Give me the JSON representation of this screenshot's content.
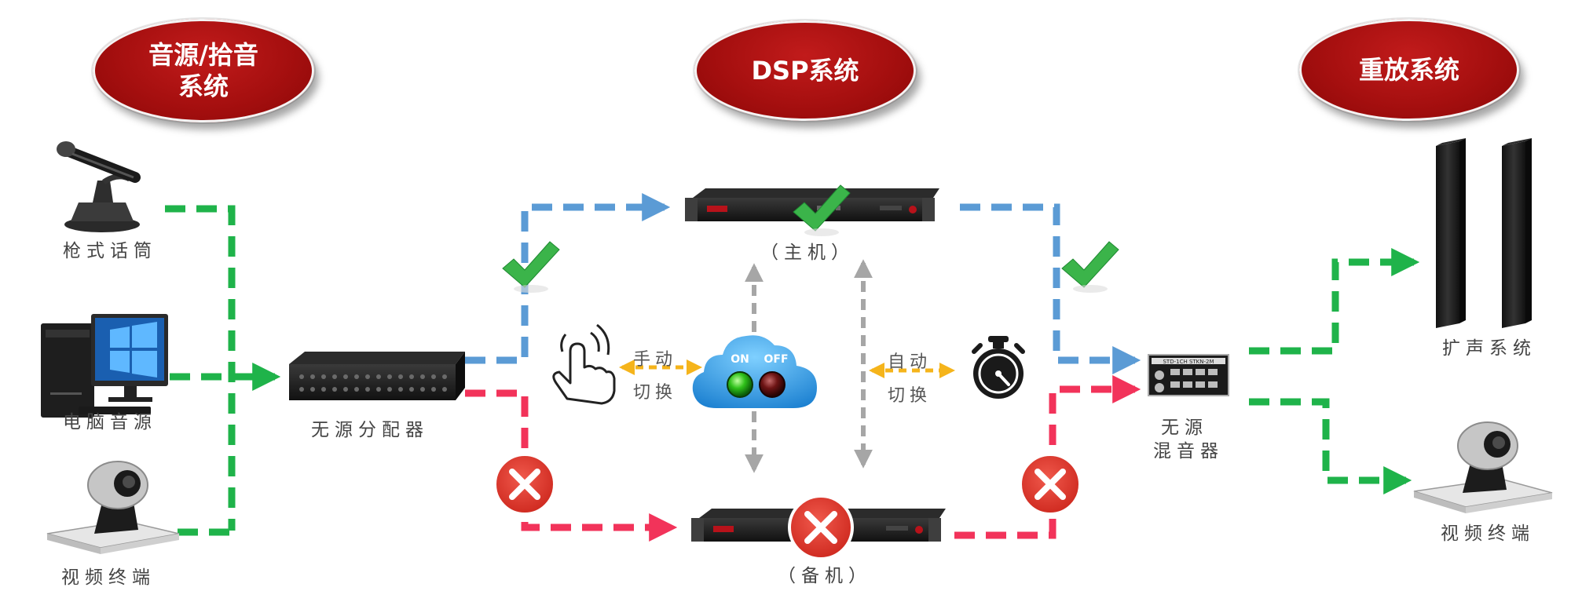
{
  "headers": {
    "source": "音源/拾音\n系统",
    "dsp": "DSP系统",
    "playback": "重放系统"
  },
  "labels": {
    "mic": "枪式话筒",
    "pc": "电脑音源",
    "video_left": "视频终端",
    "splitter": "无源分配器",
    "master": "（主机）",
    "backup": "（备机）",
    "manual_1": "手动",
    "manual_2": "切换",
    "auto_1": "自动",
    "auto_2": "切换",
    "mixer_1": "无源",
    "mixer_2": "混音器",
    "speakers": "扩声系统",
    "video_right": "视频终端",
    "on": "ON",
    "off": "OFF",
    "mixer_panel": "STD-1CH STKN-2M"
  },
  "colors": {
    "green": "#1fb34a",
    "blue": "#5b9bd5",
    "red": "#f2335a",
    "gray": "#a6a6a6",
    "yellow": "#f5b41b",
    "title_red": "#b01212"
  },
  "icons": [
    "microphone-icon",
    "computer-icon",
    "video-terminal-icon",
    "splitter-icon",
    "dsp-device-icon",
    "hand-touch-icon",
    "cloud-switch-icon",
    "stopwatch-icon",
    "mixer-icon",
    "speaker-icon",
    "check-icon",
    "cross-icon"
  ]
}
